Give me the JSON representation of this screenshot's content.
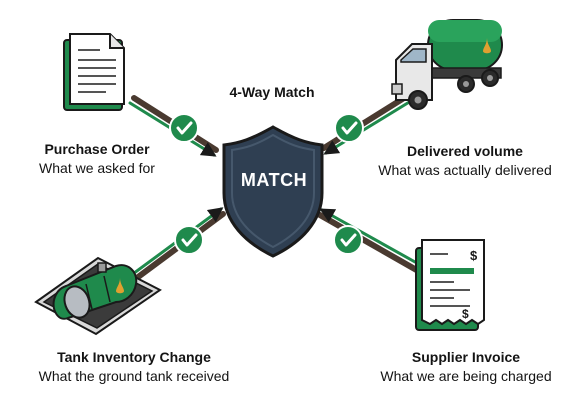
{
  "title": "4-Way Match",
  "center_label": "MATCH",
  "nodes": {
    "purchase_order": {
      "title": "Purchase Order",
      "subtitle": "What we asked for"
    },
    "delivered_volume": {
      "title": "Delivered volume",
      "subtitle": "What was actually delivered"
    },
    "tank_inventory": {
      "title": "Tank Inventory Change",
      "subtitle": "What the ground tank received"
    },
    "supplier_invoice": {
      "title": "Supplier Invoice",
      "subtitle": "What we are being charged"
    }
  },
  "invoice_symbols": [
    "$",
    "$"
  ],
  "colors": {
    "green": "#1f8a4c",
    "dark_green": "#17693a",
    "navy": "#2e3d4f",
    "shield": "#2f3f52",
    "arrow_brown": "#4a3a30",
    "outline": "#1a1a1a"
  }
}
